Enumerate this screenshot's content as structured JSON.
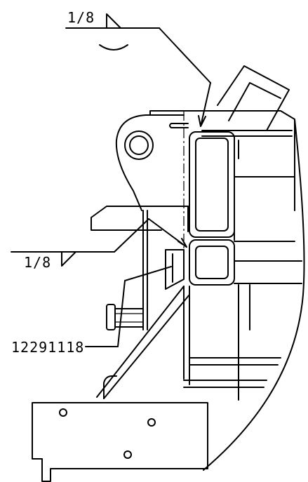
{
  "annotations": {
    "weld_top": "1/8",
    "weld_mid": "1/8",
    "part_number": "12291118"
  },
  "colors": {
    "line": "#000000",
    "background": "#ffffff"
  }
}
